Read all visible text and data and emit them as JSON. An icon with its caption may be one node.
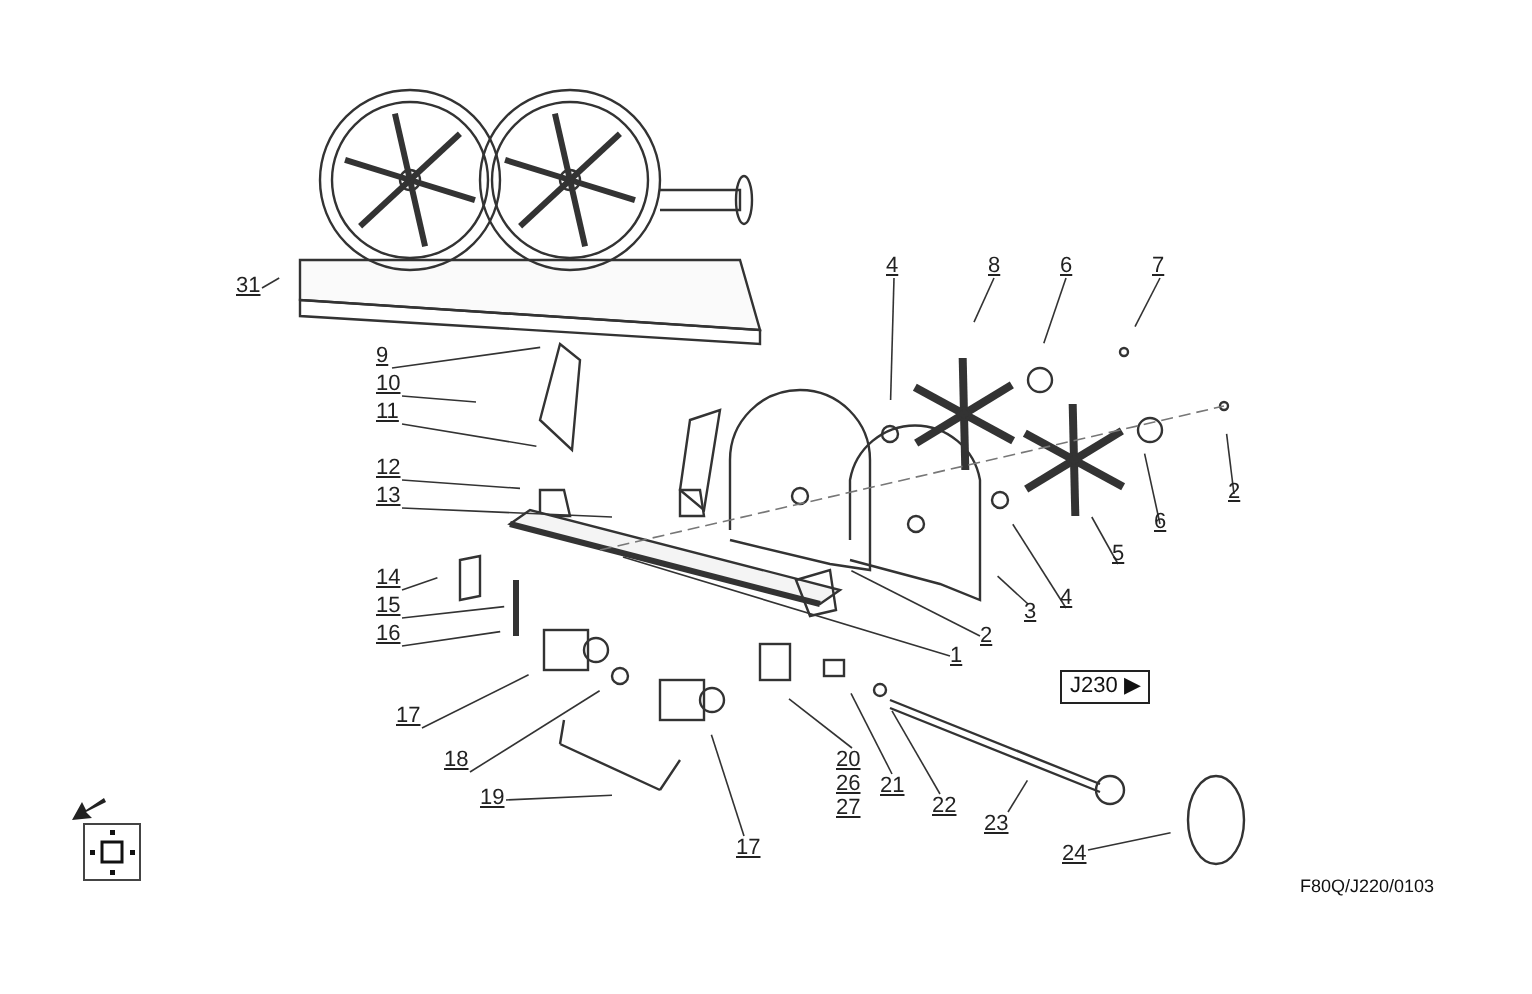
{
  "diagram": {
    "nodes": [
      {
        "text": [
          "31"
        ]
      },
      {
        "text": [
          "4"
        ]
      },
      {
        "text": [
          "8"
        ]
      },
      {
        "text": [
          "6"
        ]
      },
      {
        "text": [
          "7"
        ]
      },
      {
        "text": [
          "9"
        ]
      },
      {
        "text": [
          "10"
        ]
      },
      {
        "text": [
          "11"
        ]
      },
      {
        "text": [
          "12"
        ]
      },
      {
        "text": [
          "13"
        ]
      },
      {
        "text": [
          "2"
        ]
      },
      {
        "text": [
          "6"
        ]
      },
      {
        "text": [
          "5"
        ]
      },
      {
        "text": [
          "14"
        ]
      },
      {
        "text": [
          "4"
        ]
      },
      {
        "text": [
          "15"
        ]
      },
      {
        "text": [
          "3"
        ]
      },
      {
        "text": [
          "16"
        ]
      },
      {
        "text": [
          "2"
        ]
      },
      {
        "text": [
          "1"
        ]
      },
      {
        "text": [
          "J230 ▶"
        ]
      },
      {
        "text": [
          "17"
        ]
      },
      {
        "text": [
          "18"
        ]
      },
      {
        "text": [
          "20"
        ]
      },
      {
        "text": [
          "26"
        ]
      },
      {
        "text": [
          "27"
        ]
      },
      {
        "text": [
          "21"
        ]
      },
      {
        "text": [
          "19"
        ]
      },
      {
        "text": [
          "22"
        ]
      },
      {
        "text": [
          "23"
        ]
      },
      {
        "text": [
          "17"
        ]
      },
      {
        "text": [
          "24"
        ]
      }
    ],
    "edges": [
      {
        "from": 0,
        "to": null,
        "arrow": "none"
      },
      {
        "from": 1,
        "to": null,
        "arrow": "none"
      },
      {
        "from": 2,
        "to": null,
        "arrow": "none"
      },
      {
        "from": 3,
        "to": null,
        "arrow": "none"
      },
      {
        "from": 4,
        "to": null,
        "arrow": "none"
      },
      {
        "from": 5,
        "to": null,
        "arrow": "none"
      },
      {
        "from": 6,
        "to": null,
        "arrow": "none"
      },
      {
        "from": 7,
        "to": null,
        "arrow": "none"
      },
      {
        "from": 8,
        "to": null,
        "arrow": "none"
      },
      {
        "from": 9,
        "to": null,
        "arrow": "none"
      },
      {
        "from": 10,
        "to": null,
        "arrow": "none"
      },
      {
        "from": 11,
        "to": null,
        "arrow": "none"
      },
      {
        "from": 12,
        "to": null,
        "arrow": "none"
      },
      {
        "from": 13,
        "to": null,
        "arrow": "none"
      },
      {
        "from": 14,
        "to": null,
        "arrow": "none"
      },
      {
        "from": 15,
        "to": null,
        "arrow": "none"
      },
      {
        "from": 16,
        "to": null,
        "arrow": "none"
      },
      {
        "from": 17,
        "to": null,
        "arrow": "none"
      },
      {
        "from": 18,
        "to": null,
        "arrow": "none"
      },
      {
        "from": 19,
        "to": null,
        "arrow": "none"
      },
      {
        "from": 21,
        "to": null,
        "arrow": "none"
      },
      {
        "from": 22,
        "to": null,
        "arrow": "none"
      },
      {
        "from": 23,
        "to": null,
        "arrow": "none"
      },
      {
        "from": 26,
        "to": null,
        "arrow": "none"
      },
      {
        "from": 27,
        "to": null,
        "arrow": "none"
      },
      {
        "from": 28,
        "to": null,
        "arrow": "none"
      },
      {
        "from": 29,
        "to": null,
        "arrow": "none"
      },
      {
        "from": 30,
        "to": null,
        "arrow": "none"
      },
      {
        "from": 31,
        "to": null,
        "arrow": "none"
      }
    ],
    "labels": [
      "F80Q/J220/0103"
    ]
  }
}
